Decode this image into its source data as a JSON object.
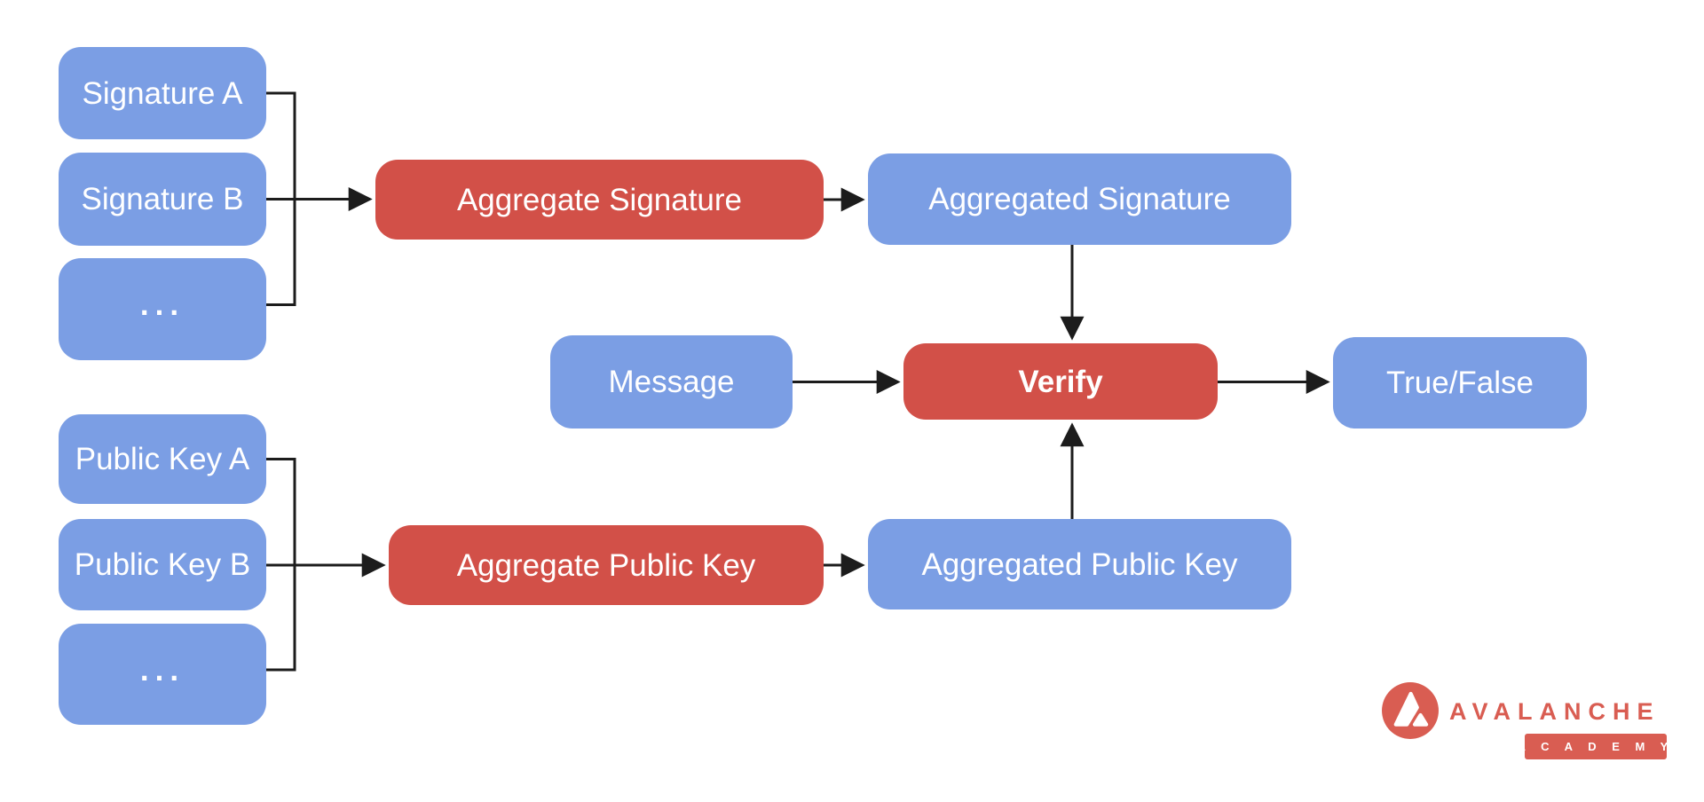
{
  "colors": {
    "background": "#ffffff",
    "node_blue": "#7b9ee4",
    "node_red": "#d25048",
    "node_text": "#ffffff",
    "connector": "#1c1c1c",
    "brand_red": "#d95d52"
  },
  "diagram": {
    "nodes": {
      "signature_a": {
        "label": "Signature A",
        "color": "blue"
      },
      "signature_b": {
        "label": "Signature B",
        "color": "blue"
      },
      "signature_more": {
        "label": "...",
        "color": "blue"
      },
      "aggregate_signature": {
        "label": "Aggregate Signature",
        "color": "red"
      },
      "aggregated_signature": {
        "label": "Aggregated Signature",
        "color": "blue"
      },
      "message": {
        "label": "Message",
        "color": "blue"
      },
      "verify": {
        "label": "Verify",
        "color": "red",
        "bold": true
      },
      "true_false": {
        "label": "True/False",
        "color": "blue"
      },
      "public_key_a": {
        "label": "Public Key A",
        "color": "blue"
      },
      "public_key_b": {
        "label": "Public Key B",
        "color": "blue"
      },
      "public_key_more": {
        "label": "...",
        "color": "blue"
      },
      "aggregate_public_key": {
        "label": "Aggregate Public Key",
        "color": "red"
      },
      "aggregated_public_key": {
        "label": "Aggregated Public Key",
        "color": "blue"
      }
    },
    "edges": [
      {
        "from": "signature_a",
        "to": "aggregate_signature"
      },
      {
        "from": "signature_b",
        "to": "aggregate_signature"
      },
      {
        "from": "signature_more",
        "to": "aggregate_signature"
      },
      {
        "from": "aggregate_signature",
        "to": "aggregated_signature"
      },
      {
        "from": "aggregated_signature",
        "to": "verify"
      },
      {
        "from": "message",
        "to": "verify"
      },
      {
        "from": "aggregated_public_key",
        "to": "verify"
      },
      {
        "from": "verify",
        "to": "true_false"
      },
      {
        "from": "public_key_a",
        "to": "aggregate_public_key"
      },
      {
        "from": "public_key_b",
        "to": "aggregate_public_key"
      },
      {
        "from": "public_key_more",
        "to": "aggregate_public_key"
      },
      {
        "from": "aggregate_public_key",
        "to": "aggregated_public_key"
      }
    ]
  },
  "logo": {
    "brand": "AVALANCHE",
    "badge": "A C A D E M Y"
  }
}
